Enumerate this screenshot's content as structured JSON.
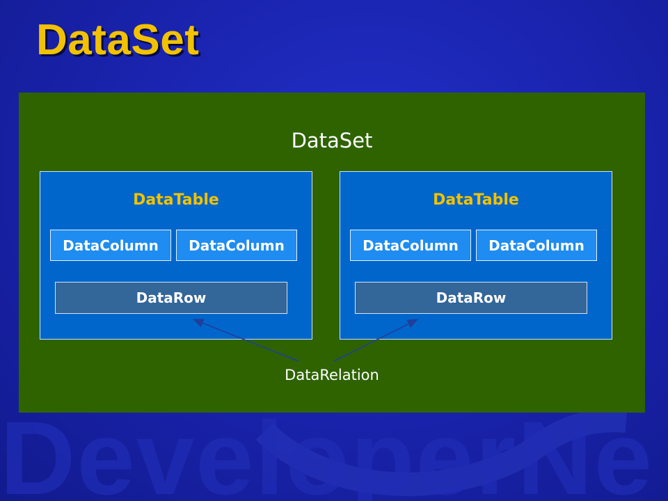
{
  "slide": {
    "title": "DataSet",
    "watermark_text": "DeveloperNe"
  },
  "diagram": {
    "container_label": "DataSet",
    "tables": [
      {
        "title": "DataTable",
        "columns": [
          "DataColumn",
          "DataColumn"
        ],
        "row": "DataRow"
      },
      {
        "title": "DataTable",
        "columns": [
          "DataColumn",
          "DataColumn"
        ],
        "row": "DataRow"
      }
    ],
    "relation_label": "DataRelation"
  },
  "colors": {
    "title": "#f2c200",
    "panel": "#2e6300",
    "table": "#0066cc",
    "column": "#1e8cf0",
    "row": "#336699",
    "arrow": "#1f3f9a"
  }
}
